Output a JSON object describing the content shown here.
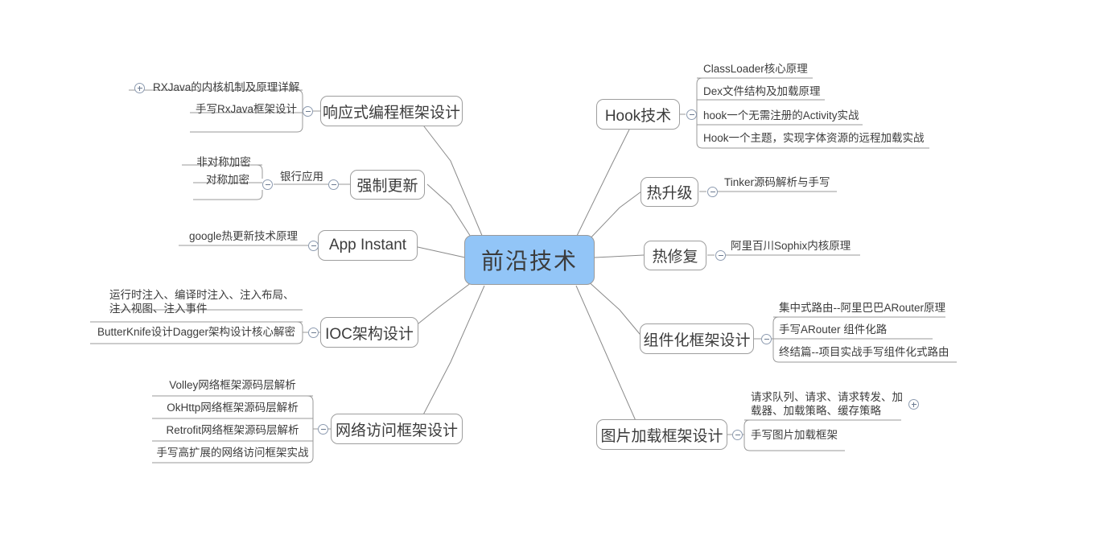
{
  "root": {
    "label": "前沿技术",
    "color": "#92c5f7"
  },
  "branches": [
    {
      "id": "reactive",
      "label": "响应式编程框架设计",
      "side": "left",
      "toggle": "minus",
      "children": [
        {
          "label": "RXJava的内核机制及原理详解",
          "toggle": "plus"
        },
        {
          "label": "手写RxJava框架设计"
        }
      ]
    },
    {
      "id": "force-update",
      "label": "强制更新",
      "side": "left",
      "toggle": "minus",
      "children": [
        {
          "label": "银行应用",
          "toggle": "minus",
          "children": [
            {
              "label": "非对称加密"
            },
            {
              "label": "对称加密"
            }
          ]
        }
      ]
    },
    {
      "id": "app-instant",
      "label": "App Instant",
      "side": "left",
      "toggle": "minus",
      "children": [
        {
          "label": "google热更新技术原理"
        }
      ]
    },
    {
      "id": "ioc",
      "label": "IOC架构设计",
      "side": "left",
      "toggle": "minus",
      "children": [
        {
          "label": "运行时注入、编译时注入、注入布局、注入视图、注入事件"
        },
        {
          "label": "ButterKnife设计Dagger架构设计核心解密"
        }
      ]
    },
    {
      "id": "network",
      "label": "网络访问框架设计",
      "side": "left",
      "toggle": "minus",
      "children": [
        {
          "label": "Volley网络框架源码层解析"
        },
        {
          "label": "OkHttp网络框架源码层解析"
        },
        {
          "label": "Retrofit网络框架源码层解析"
        },
        {
          "label": "手写高扩展的网络访问框架实战"
        }
      ]
    },
    {
      "id": "hook",
      "label": "Hook技术",
      "side": "right",
      "toggle": "minus",
      "children": [
        {
          "label": "ClassLoader核心原理"
        },
        {
          "label": "Dex文件结构及加载原理"
        },
        {
          "label": "hook一个无需注册的Activity实战"
        },
        {
          "label": "Hook一个主题，实现字体资源的远程加载实战"
        }
      ]
    },
    {
      "id": "hot-upgrade",
      "label": "热升级",
      "side": "right",
      "toggle": "minus",
      "children": [
        {
          "label": "Tinker源码解析与手写"
        }
      ]
    },
    {
      "id": "hot-fix",
      "label": "热修复",
      "side": "right",
      "toggle": "minus",
      "children": [
        {
          "label": "阿里百川Sophix内核原理"
        }
      ]
    },
    {
      "id": "component",
      "label": "组件化框架设计",
      "side": "right",
      "toggle": "minus",
      "children": [
        {
          "label": "集中式路由--阿里巴巴ARouter原理"
        },
        {
          "label": "手写ARouter 组件化路"
        },
        {
          "label": "终结篇--项目实战手写组件化式路由"
        }
      ]
    },
    {
      "id": "image-loader",
      "label": "图片加载框架设计",
      "side": "right",
      "toggle": "minus",
      "children": [
        {
          "label": "请求队列、请求、请求转发、加载器、加载策略、缓存策略",
          "toggle": "plus"
        },
        {
          "label": "手写图片加载框架"
        }
      ]
    }
  ],
  "icons": {
    "collapse": "minus-circle-icon",
    "expand": "plus-circle-icon"
  }
}
